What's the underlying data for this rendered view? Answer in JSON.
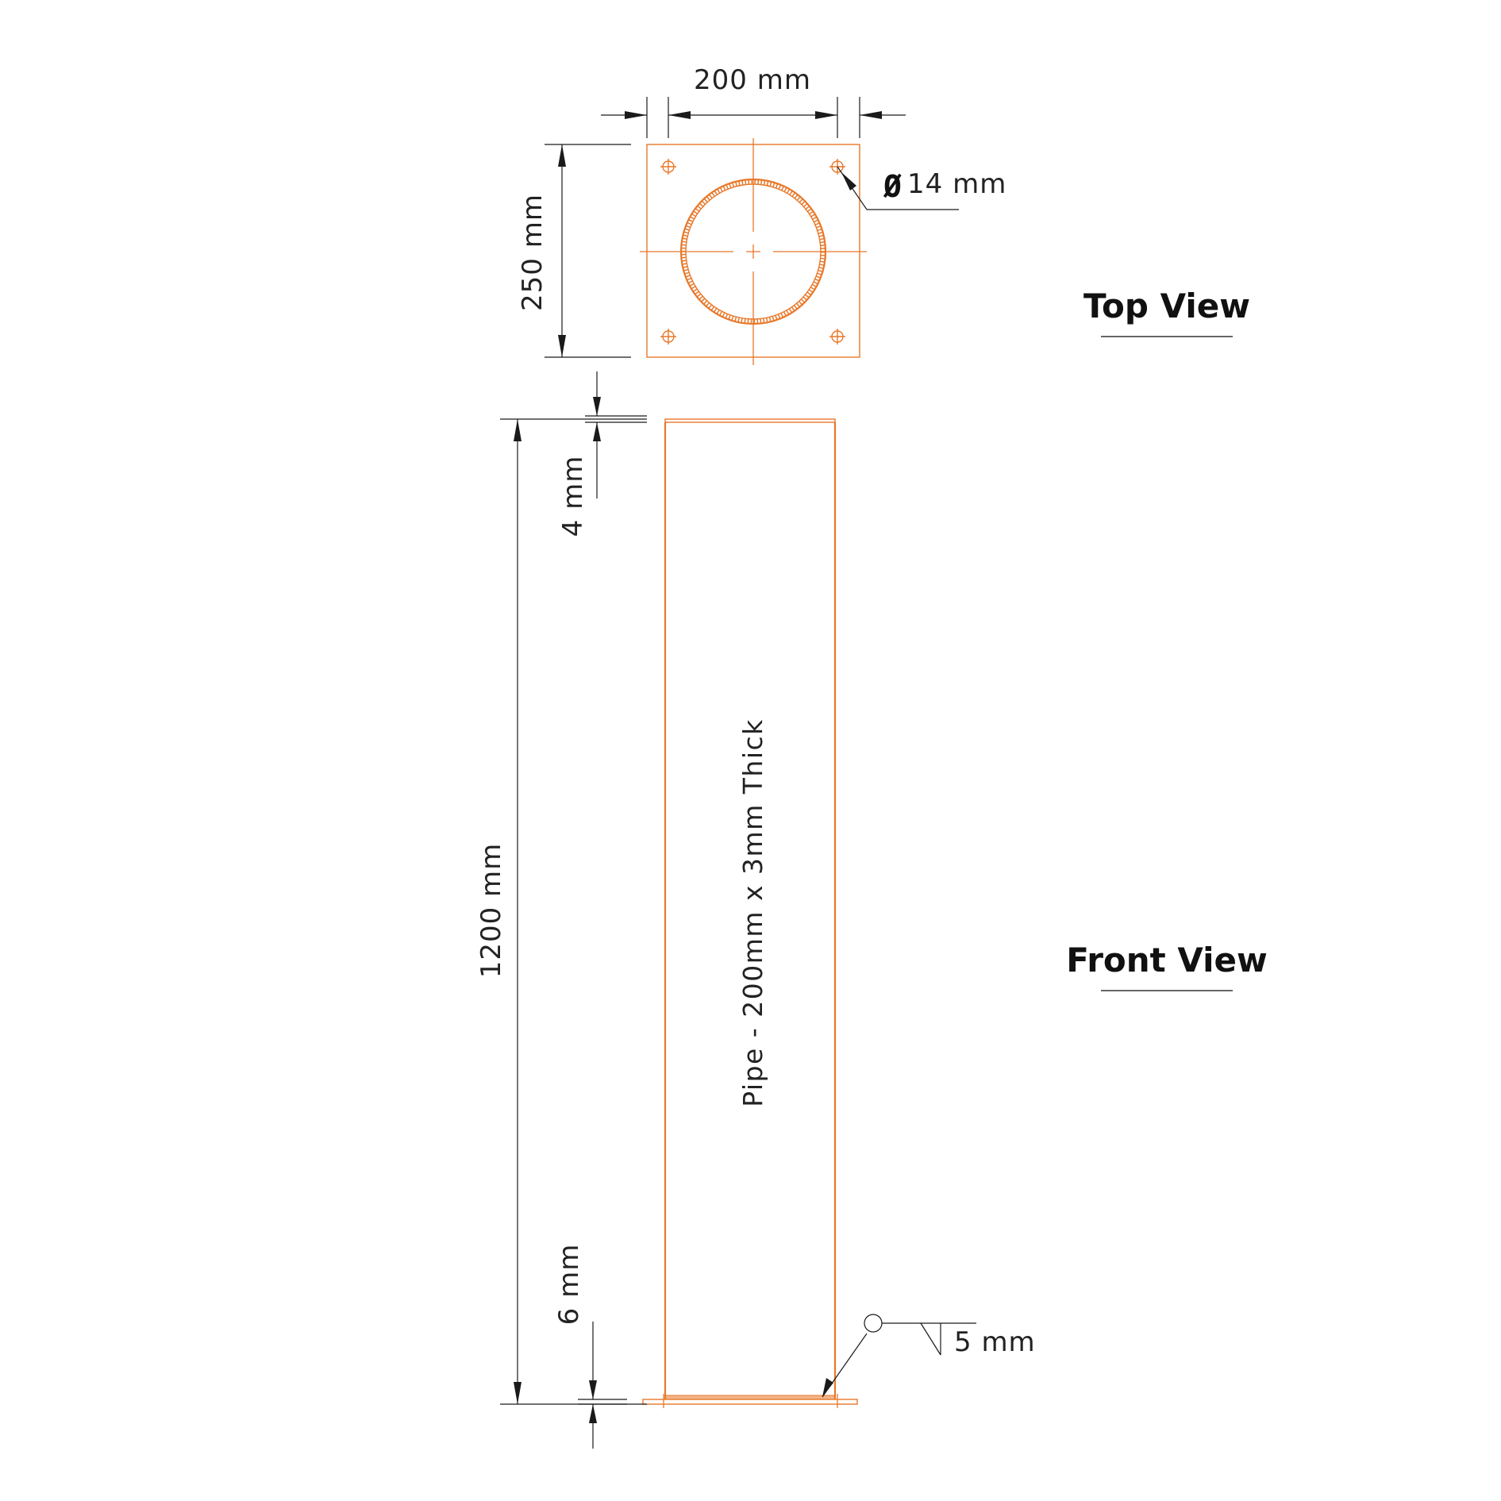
{
  "views": {
    "top_title": "Top View",
    "front_title": "Front View"
  },
  "dimensions": {
    "plate_width": "200 mm",
    "plate_height": "250 mm",
    "hole_diameter_symbol": "Ø",
    "hole_diameter": "14 mm",
    "top_plate_thickness": "4 mm",
    "pipe_length": "1200 mm",
    "base_plate_thickness": "6 mm",
    "weld_size": "5 mm"
  },
  "notes": {
    "pipe_spec": "Pipe - 200mm  x 3mm Thick"
  },
  "colors": {
    "object_line": "#e8782a",
    "dimension_line": "#1a1a1a"
  }
}
